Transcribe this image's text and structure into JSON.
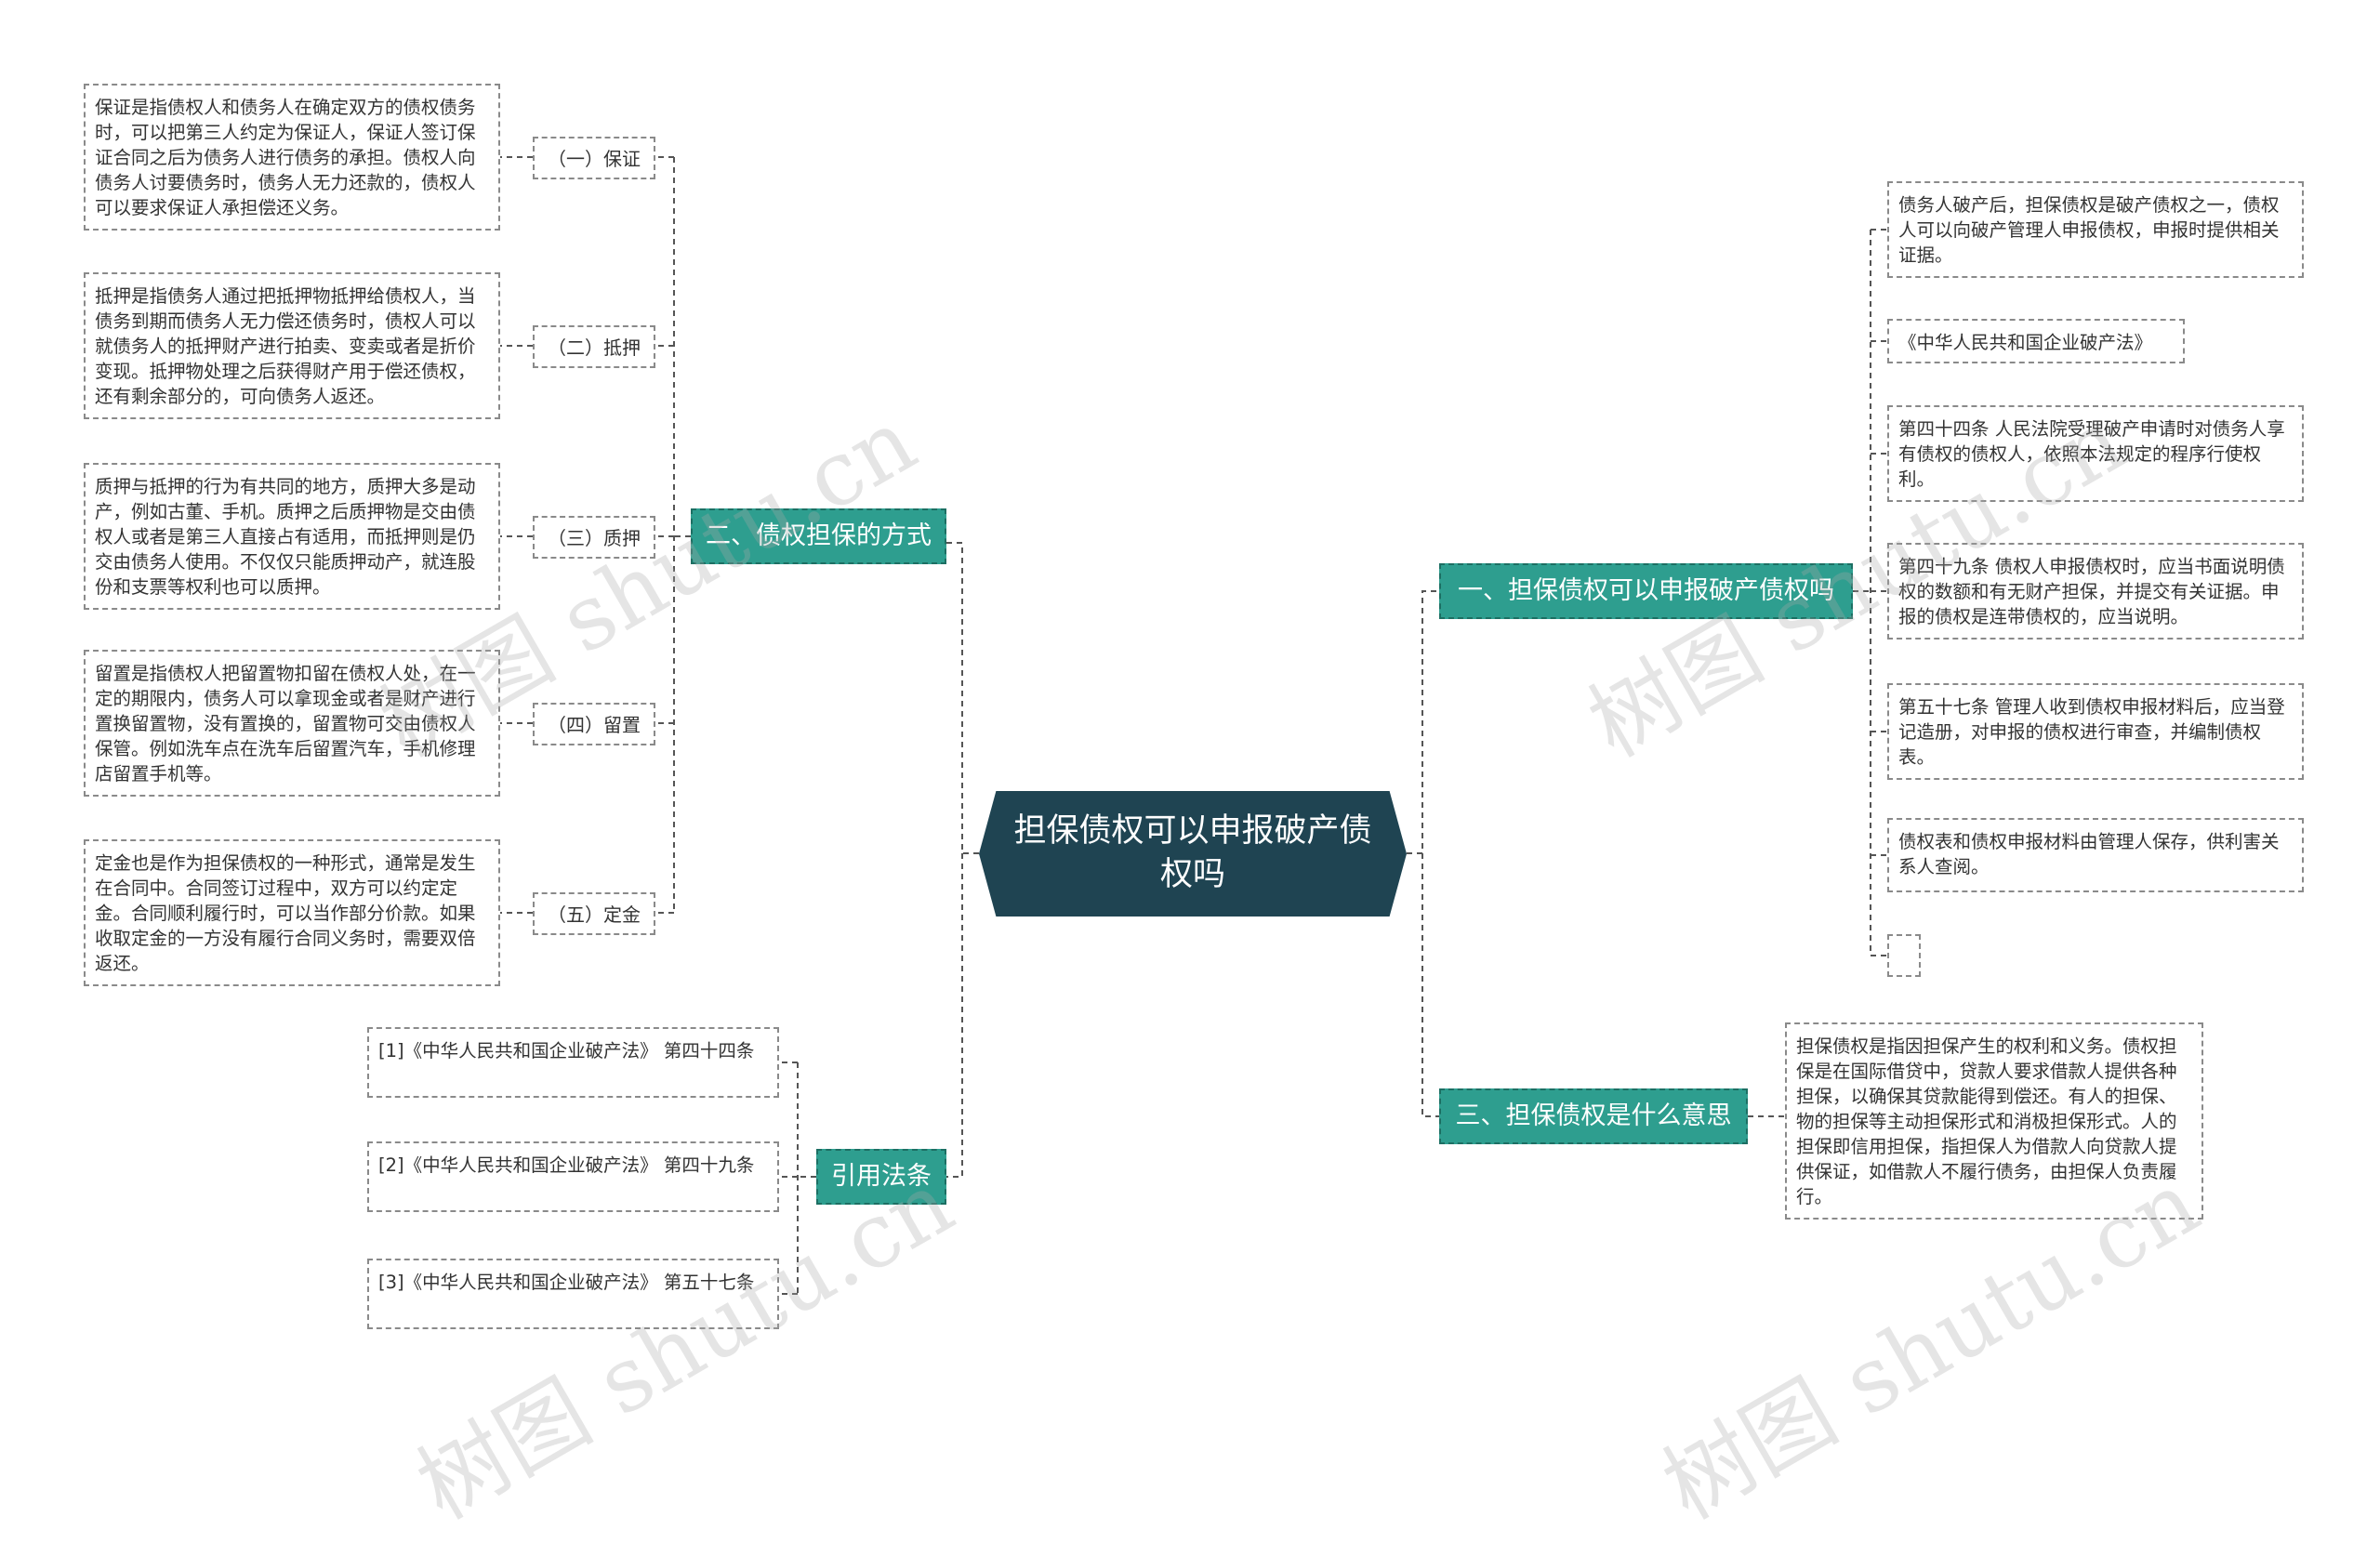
{
  "root": {
    "title": "担保债权可以申报破产债\n权吗"
  },
  "branches": {
    "b1": "一、担保债权可以申报破产债权吗",
    "b2": "二、债权担保的方式",
    "b3": "三、担保债权是什么意思",
    "b4": "引用法条"
  },
  "methods": [
    {
      "label": "（一）保证",
      "text": "保证是指债权人和债务人在确定双方的债权债务时，可以把第三人约定为保证人，保证人签订保证合同之后为债务人进行债务的承担。债权人向债务人讨要债务时，债务人无力还款的，债权人可以要求保证人承担偿还义务。"
    },
    {
      "label": "（二）抵押",
      "text": "抵押是指债务人通过把抵押物抵押给债权人，当债务到期而债务人无力偿还债务时，债权人可以就债务人的抵押财产进行拍卖、变卖或者是折价变现。抵押物处理之后获得财产用于偿还债权，还有剩余部分的，可向债务人返还。"
    },
    {
      "label": "（三）质押",
      "text": "质押与抵押的行为有共同的地方，质押大多是动产，例如古董、手机。质押之后质押物是交由债权人或者是第三人直接占有适用，而抵押则是仍交由债务人使用。不仅仅只能质押动产，就连股份和支票等权利也可以质押。"
    },
    {
      "label": "（四）留置",
      "text": "留置是指债权人把留置物扣留在债权人处，在一定的期限内，债务人可以拿现金或者是财产进行置换留置物，没有置换的，留置物可交由债权人保管。例如洗车点在洗车后留置汽车，手机修理店留置手机等。"
    },
    {
      "label": "（五）定金",
      "text": "定金也是作为担保债权的一种形式，通常是发生在合同中。合同签订过程中，双方可以约定定金。合同顺利履行时，可以当作部分价款。如果收取定金的一方没有履行合同义务时，需要双倍返还。"
    }
  ],
  "b1_items": [
    "债务人破产后，担保债权是破产债权之一，债权人可以向破产管理人申报债权，申报时提供相关证据。",
    "《中华人民共和国企业破产法》",
    "第四十四条 人民法院受理破产申请时对债务人享有债权的债权人，依照本法规定的程序行使权利。",
    "第四十九条 债权人申报债权时，应当书面说明债权的数额和有无财产担保，并提交有关证据。申报的债权是连带债权的，应当说明。",
    "第五十七条 管理人收到债权申报材料后，应当登记造册，对申报的债权进行审查，并编制债权表。",
    "债权表和债权申报材料由管理人保存，供利害关系人查阅。",
    ""
  ],
  "b3_text": "担保债权是指因担保产生的权利和义务。债权担保是在国际借贷中，贷款人要求借款人提供各种担保，以确保其贷款能得到偿还。有人的担保、物的担保等主动担保形式和消极担保形式。人的担保即信用担保，指担保人为借款人向贷款人提供保证，如借款人不履行债务，由担保人负责履行。",
  "citations": [
    "[1]《中华人民共和国企业破产法》 第四十四条",
    "[2]《中华人民共和国企业破产法》 第四十九条",
    "[3]《中华人民共和国企业破产法》 第五十七条"
  ],
  "watermark": "树图 shutu.cn",
  "colors": {
    "root": "#1f4452",
    "branch": "#2e9e8f",
    "line": "#555555"
  }
}
